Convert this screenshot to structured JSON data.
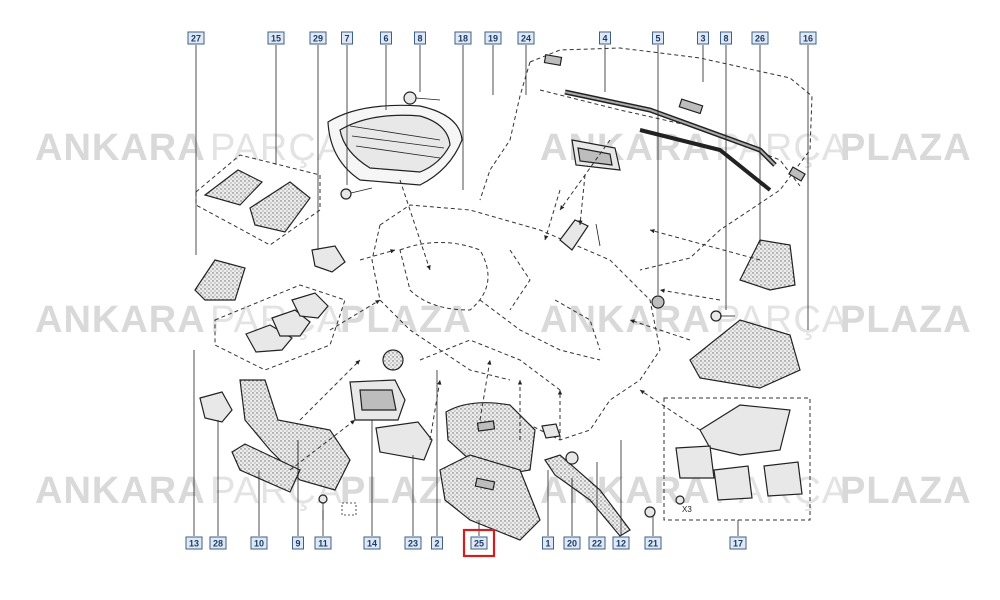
{
  "watermark": {
    "brand_bold": "ANKARA",
    "brand_light": "PARÇA",
    "brand_end": "PLAZA"
  },
  "callouts": [
    {
      "id": "27",
      "label": "27"
    },
    {
      "id": "15",
      "label": "15"
    },
    {
      "id": "29",
      "label": "29"
    },
    {
      "id": "7",
      "label": "7"
    },
    {
      "id": "6",
      "label": "6"
    },
    {
      "id": "8a",
      "label": "8"
    },
    {
      "id": "18",
      "label": "18"
    },
    {
      "id": "19",
      "label": "19"
    },
    {
      "id": "24",
      "label": "24"
    },
    {
      "id": "4",
      "label": "4"
    },
    {
      "id": "5",
      "label": "5"
    },
    {
      "id": "3",
      "label": "3"
    },
    {
      "id": "8b",
      "label": "8"
    },
    {
      "id": "26",
      "label": "26"
    },
    {
      "id": "16",
      "label": "16"
    },
    {
      "id": "13",
      "label": "13"
    },
    {
      "id": "28",
      "label": "28"
    },
    {
      "id": "10",
      "label": "10"
    },
    {
      "id": "9",
      "label": "9"
    },
    {
      "id": "11",
      "label": "11"
    },
    {
      "id": "14",
      "label": "14"
    },
    {
      "id": "23",
      "label": "23"
    },
    {
      "id": "2",
      "label": "2"
    },
    {
      "id": "25",
      "label": "25"
    },
    {
      "id": "1",
      "label": "1"
    },
    {
      "id": "20",
      "label": "20"
    },
    {
      "id": "22",
      "label": "22"
    },
    {
      "id": "12",
      "label": "12"
    },
    {
      "id": "21",
      "label": "21"
    },
    {
      "id": "17",
      "label": "17"
    }
  ],
  "highlighted_callout": "25",
  "screw_count_label": "X3"
}
